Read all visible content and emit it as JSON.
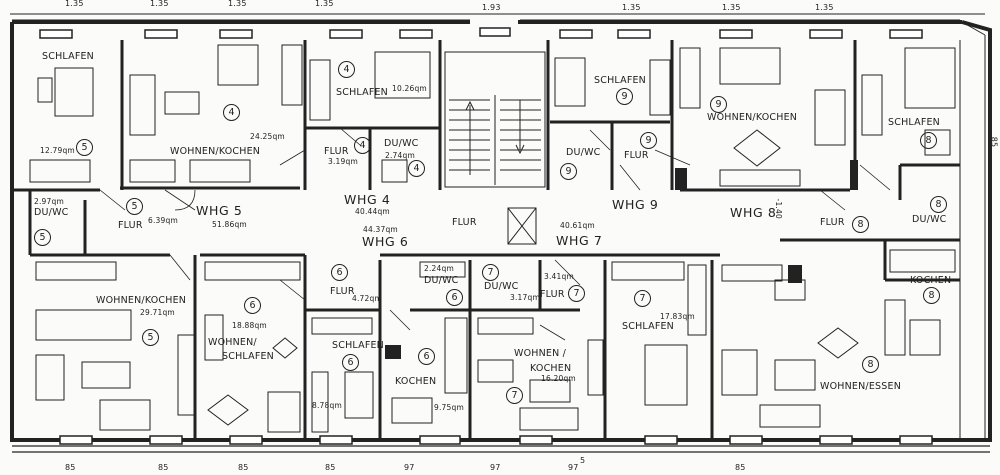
{
  "top_dims": [
    "1.35",
    "1.35",
    "1.35",
    "1.35",
    "1.93",
    "1.35",
    "1.35",
    "1.35"
  ],
  "bottom_dims": [
    "85",
    "85",
    "85",
    "85",
    "97",
    "97",
    "97",
    "5",
    "85"
  ],
  "side_dim": "85",
  "units": {
    "whg4": "WHG 4",
    "whg5": "WHG 5",
    "whg6": "WHG 6",
    "whg7": "WHG 7",
    "whg8": "WHG 8",
    "whg9": "WHG 9"
  },
  "unit_areas": {
    "whg4": "40.44qm",
    "whg5": "51.86qm",
    "whg6": "44.37qm",
    "whg7": "40.61qm"
  },
  "rooms": {
    "schlafen5": "SCHLAFEN",
    "schlafen5_area": "12.79qm",
    "schlafen5_no": "5",
    "wohnen4": "WOHNEN/KOCHEN",
    "wohnen4_area": "24.25qm",
    "wohnen4_no": "4",
    "schlafen4": "SCHLAFEN",
    "schlafen4_area": "10.26qm",
    "schlafen4_no": "4",
    "flur4": "FLUR",
    "flur4_area": "3.19qm",
    "flur4_no": "4",
    "duwc4": "DU/WC",
    "duwc4_area": "2.74qm",
    "duwc4_no": "4",
    "duwc5": "DU/WC",
    "duwc5_area": "2.97qm",
    "duwc5_no": "5",
    "flur5": "FLUR",
    "flur5_area": "6.39qm",
    "flur5_no": "5",
    "flur_main": "FLUR",
    "schlafen9": "SCHLAFEN",
    "schlafen9_no": "9",
    "wohnen9": "WOHNEN/KOCHEN",
    "wohnen9_no": "9",
    "duwc9": "DU/WC",
    "duwc9_no": "9",
    "flur9": "FLUR",
    "flur9_no": "9",
    "schlafen8": "SCHLAFEN",
    "schlafen8_no": "8",
    "flur8": "FLUR",
    "flur8_no": "8",
    "duwc8": "DU/WC",
    "duwc8_no": "8",
    "kochen8": "KOCHEN",
    "kochen8_no": "8",
    "wohnen8": "WOHNEN/ESSEN",
    "wohnen8_no": "8",
    "wohnen5": "WOHNEN/KOCHEN",
    "wohnen5_area": "29.71qm",
    "wohnen5_no": "5",
    "wohnen6": "WOHNEN/",
    "wohnen6b": "SCHLAFEN",
    "wohnen6_area": "18.88qm",
    "wohnen6_no": "6",
    "flur6": "FLUR",
    "flur6_area": "4.72qm",
    "flur6_no": "6",
    "schlafen6": "SCHLAFEN",
    "schlafen6_area": "8.78qm",
    "schlafen6_no": "6",
    "duwc6": "DU/WC",
    "duwc6_area": "2.24qm",
    "duwc6_no": "6",
    "kochen6": "KOCHEN",
    "kochen6_area": "9.75qm",
    "kochen6_no": "6",
    "duwc7": "DU/WC",
    "duwc7_area": "3.17qm",
    "duwc7_no": "7",
    "flur7": "FLUR",
    "flur7_area": "3.41qm",
    "flur7_no": "7",
    "wohnen7": "WOHNEN /",
    "wohnen7b": "KOCHEN",
    "wohnen7_area": "16.20qm",
    "wohnen7_no": "7",
    "schlafen7": "SCHLAFEN",
    "schlafen7_area": "17.83qm",
    "schlafen7_no": "7"
  },
  "misc": {
    "level_mark": "-1.40"
  }
}
